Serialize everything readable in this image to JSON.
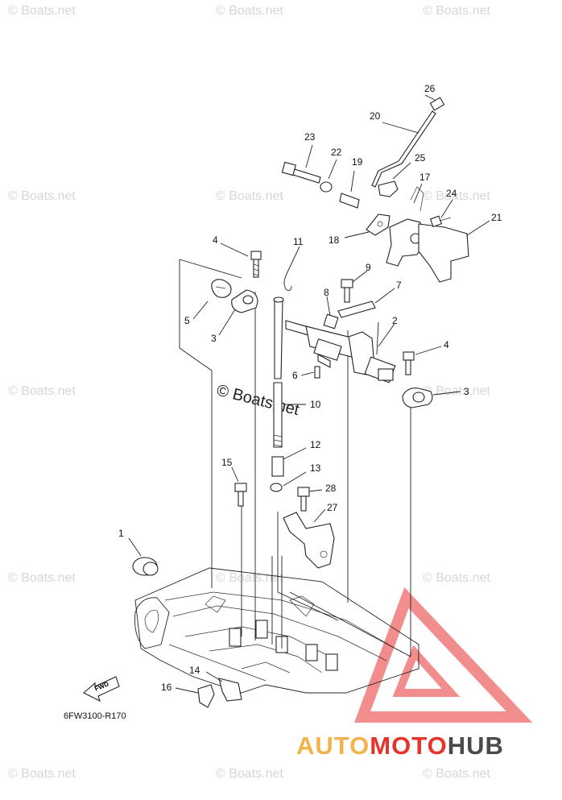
{
  "diagram": {
    "code": "6FW3100-R170",
    "fwd_label": "FWD",
    "watermark_text": "© Boats.net",
    "callouts": [
      "1",
      "2",
      "3",
      "3",
      "4",
      "4",
      "5",
      "6",
      "7",
      "8",
      "9",
      "10",
      "11",
      "12",
      "13",
      "14",
      "15",
      "16",
      "17",
      "18",
      "19",
      "20",
      "21",
      "22",
      "23",
      "24",
      "25",
      "26",
      "27",
      "28"
    ]
  },
  "logo": {
    "part1": "AUTO",
    "part2": "MOTO",
    "part3": "HUB",
    "colors": {
      "auto": "#f4b24a",
      "moto": "#e8322c",
      "hub": "#4a4a4a",
      "triangle": "#f07a7a"
    }
  }
}
